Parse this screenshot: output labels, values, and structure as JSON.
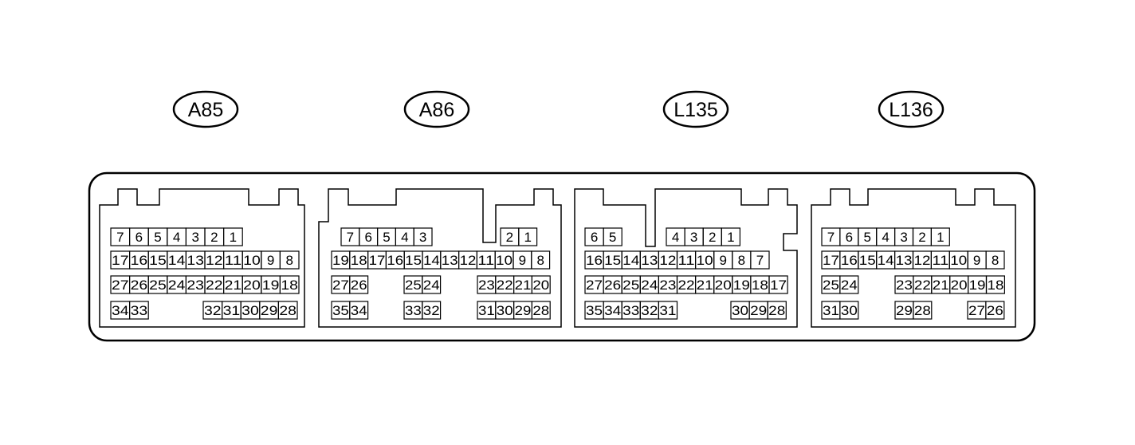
{
  "connectors": [
    {
      "id": "a85",
      "label": "A85",
      "rows": [
        [
          "7",
          "6",
          "5",
          "4",
          "3",
          "2",
          "1"
        ],
        [
          "17",
          "16",
          "15",
          "14",
          "13",
          "12",
          "11",
          "10",
          "9",
          "8"
        ],
        [
          "27",
          "26",
          "25",
          "24",
          "23",
          "22",
          "21",
          "20",
          "19",
          "18"
        ],
        [
          "34",
          "33",
          "32",
          "31",
          "30",
          "29",
          "28"
        ]
      ]
    },
    {
      "id": "a86",
      "label": "A86",
      "rows": [
        [
          "7",
          "6",
          "5",
          "4",
          "3",
          "2",
          "1"
        ],
        [
          "19",
          "18",
          "17",
          "16",
          "15",
          "14",
          "13",
          "12",
          "11",
          "10",
          "9",
          "8"
        ],
        [
          "27",
          "26",
          "25",
          "24",
          "23",
          "22",
          "21",
          "20"
        ],
        [
          "35",
          "34",
          "33",
          "32",
          "31",
          "30",
          "29",
          "28"
        ]
      ]
    },
    {
      "id": "l135",
      "label": "L135",
      "rows": [
        [
          "6",
          "5",
          "4",
          "3",
          "2",
          "1"
        ],
        [
          "16",
          "15",
          "14",
          "13",
          "12",
          "11",
          "10",
          "9",
          "8",
          "7"
        ],
        [
          "27",
          "26",
          "25",
          "24",
          "23",
          "22",
          "21",
          "20",
          "19",
          "18",
          "17"
        ],
        [
          "35",
          "34",
          "33",
          "32",
          "31",
          "30",
          "29",
          "28"
        ]
      ]
    },
    {
      "id": "l136",
      "label": "L136",
      "rows": [
        [
          "7",
          "6",
          "5",
          "4",
          "3",
          "2",
          "1"
        ],
        [
          "17",
          "16",
          "15",
          "14",
          "13",
          "12",
          "11",
          "10",
          "9",
          "8"
        ],
        [
          "25",
          "24",
          "23",
          "22",
          "21",
          "20",
          "19",
          "18"
        ],
        [
          "31",
          "30",
          "29",
          "28",
          "27",
          "26"
        ]
      ]
    }
  ]
}
